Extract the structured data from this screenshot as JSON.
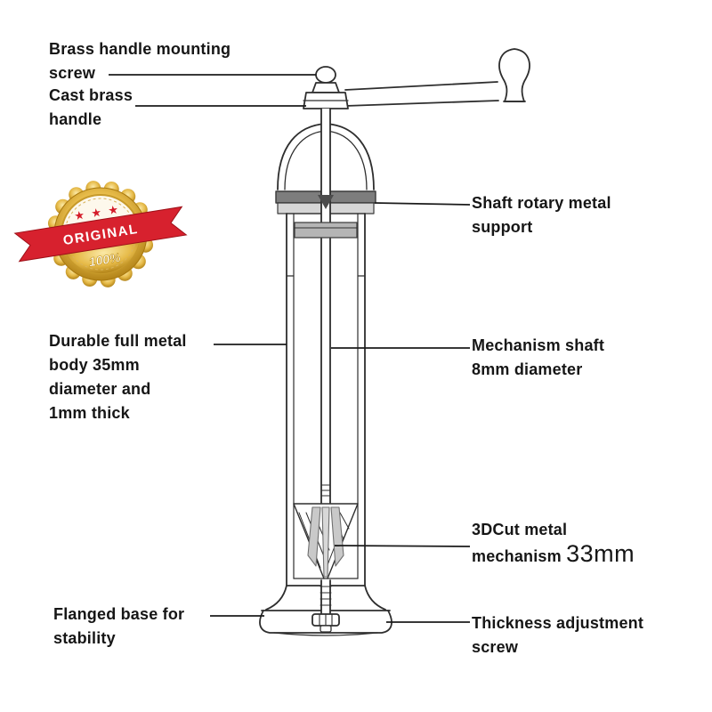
{
  "diagram": {
    "labels": {
      "brass_screw": {
        "line1": "Brass handle mounting",
        "line2": "screw"
      },
      "cast_handle": {
        "line1": "Cast brass",
        "line2": "handle"
      },
      "shaft_support": {
        "line1": "Shaft rotary metal",
        "line2": "support"
      },
      "body": {
        "line1": "Durable full metal",
        "line2": "body 35mm",
        "line3": "diameter and",
        "line4": "1mm thick"
      },
      "mechanism_shaft": {
        "line1": "Mechanism shaft",
        "line2": "8mm diameter"
      },
      "grinder": {
        "line1": "3DCut metal",
        "line2": "mechanism",
        "size": "33mm"
      },
      "base": {
        "line1": "Flanged base for",
        "line2": "stability"
      },
      "thickness_screw": {
        "line1": "Thickness adjustment",
        "line2": "screw"
      }
    },
    "badge": {
      "main": "ORIGINAL",
      "sub": "100%",
      "stars": "★ ★ ★",
      "colors": {
        "gold": "#d4a017",
        "red": "#d71f2b"
      }
    }
  }
}
